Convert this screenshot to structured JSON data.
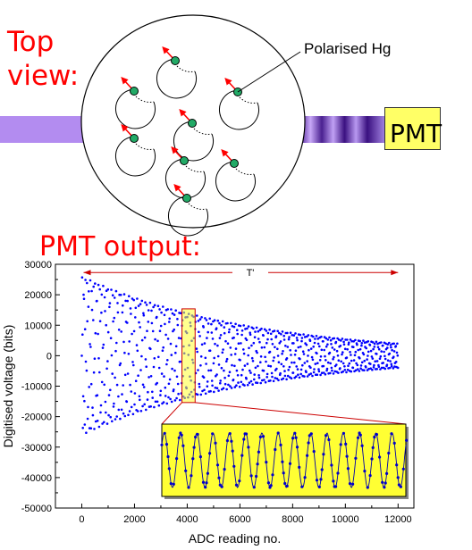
{
  "top_view": {
    "title_line1": "Top",
    "title_line2": "view:",
    "atom_label": "Polarised Hg",
    "pmt_label": "PMT"
  },
  "pmt_output": {
    "title": "PMT output:",
    "period_label": "T'"
  },
  "chart_data": {
    "type": "scatter",
    "xlabel": "ADC reading no.",
    "ylabel": "Digitised voltage (bits)",
    "xlim": [
      -1000,
      12600
    ],
    "ylim": [
      -50000,
      30000
    ],
    "x_ticks": [
      0,
      2000,
      4000,
      6000,
      8000,
      10000,
      12000
    ],
    "y_ticks": [
      30000,
      20000,
      10000,
      0,
      -10000,
      -20000,
      -30000,
      -40000,
      -50000
    ],
    "envelope": {
      "x_start": 0,
      "x_end": 12000,
      "amplitude_start": 26000,
      "amplitude_end": 4000,
      "decay": "exponential"
    },
    "highlight_window_x": [
      3800,
      4300
    ],
    "inset": {
      "description_color": "#ffff33",
      "cycles_visible": 15
    },
    "series_color": "#0000ff",
    "grid": false
  },
  "colors": {
    "title_red": "#ff0000",
    "arrow_red": "#ff0000",
    "atom_green": "#22aa66",
    "beam_purple": "#b38cf0",
    "box_yellow": "#ffff66",
    "data_blue": "#0000ff"
  }
}
